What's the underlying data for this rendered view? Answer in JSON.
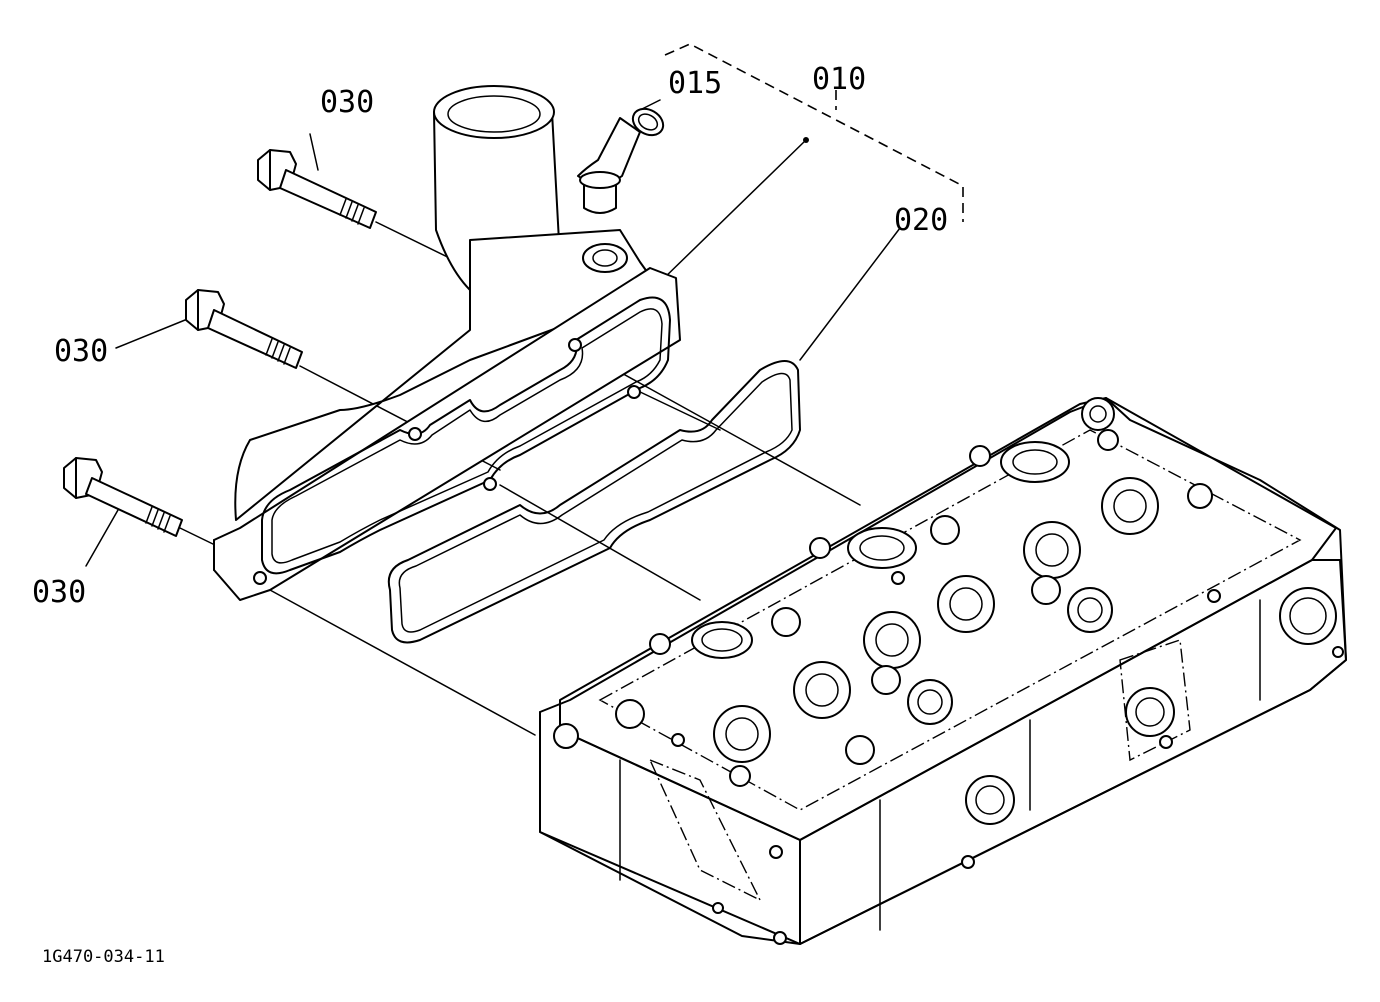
{
  "labels": {
    "part_010": "010",
    "part_015": "015",
    "part_020": "020",
    "part_030_top": "030",
    "part_030_middle": "030",
    "part_030_bottom": "030"
  },
  "drawing_code": "1G470-034-11",
  "colors": {
    "line": "#000000",
    "background": "#ffffff"
  }
}
